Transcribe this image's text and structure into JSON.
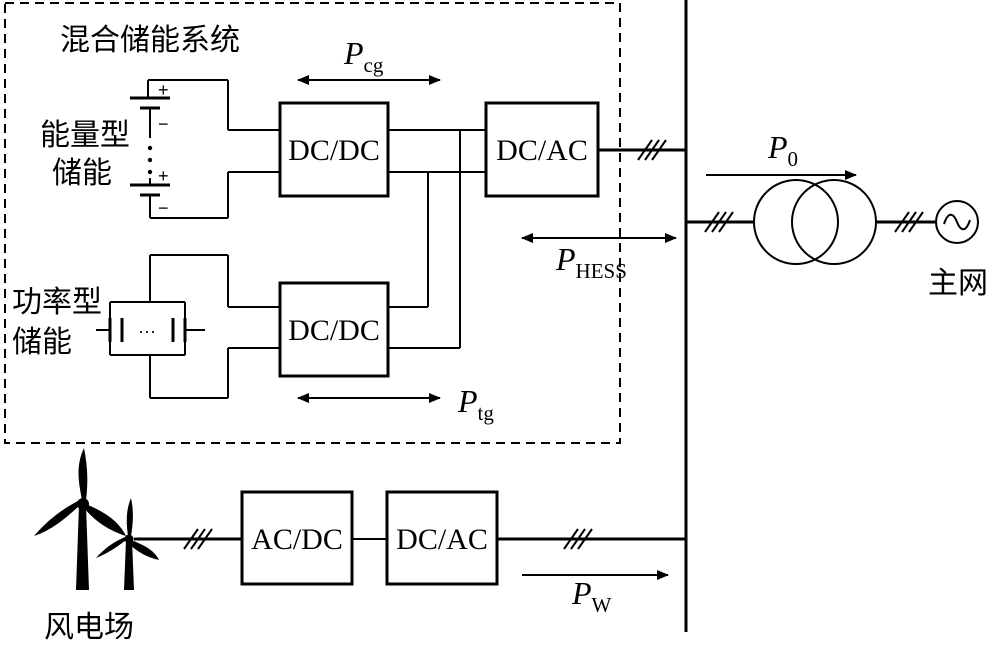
{
  "labels": {
    "hess_title": "混合储能系统",
    "energy_storage_line1": "能量型",
    "energy_storage_line2": "储能",
    "power_storage_line1": "功率型",
    "power_storage_line2": "储能",
    "main_grid": "主网",
    "wind_farm": "风电场"
  },
  "blocks": {
    "dcdc_energy": "DC/DC",
    "dcdc_power": "DC/DC",
    "dcac_hess": "DC/AC",
    "acdc_wind": "AC/DC",
    "dcac_wind": "DC/AC"
  },
  "flows": {
    "pcg": {
      "symbol": "P",
      "sub": "cg"
    },
    "ptg": {
      "symbol": "P",
      "sub": "tg"
    },
    "phess": {
      "symbol": "P",
      "sub": "HESS"
    },
    "p0": {
      "symbol": "P",
      "sub": "0"
    },
    "pw": {
      "symbol": "P",
      "sub": "W"
    }
  },
  "battery_marks": {
    "plus": "+",
    "minus": "−",
    "dots": "⋮",
    "cap_dots": "···"
  },
  "icons": {
    "ac_source": "sine-wave-icon",
    "transformer": "transformer-icon",
    "wind_turbine": "wind-turbine-icon",
    "battery": "battery-icon",
    "capacitor": "capacitor-icon"
  }
}
